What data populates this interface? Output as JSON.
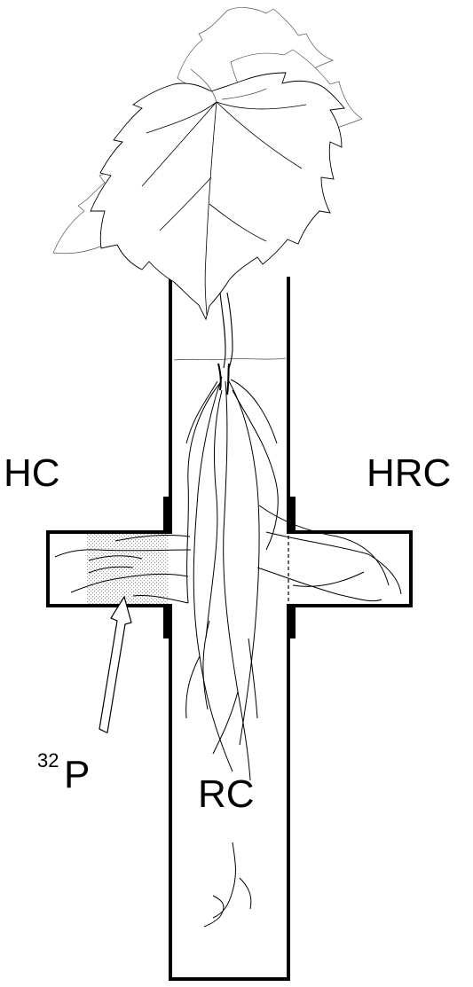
{
  "labels": {
    "hc": "HC",
    "hrc": "HRC",
    "rc": "RC",
    "isotope_mass": "32",
    "isotope_symbol": "P"
  },
  "colors": {
    "outline": "#000000",
    "background": "#ffffff",
    "stipple": "#9a9a9a"
  }
}
